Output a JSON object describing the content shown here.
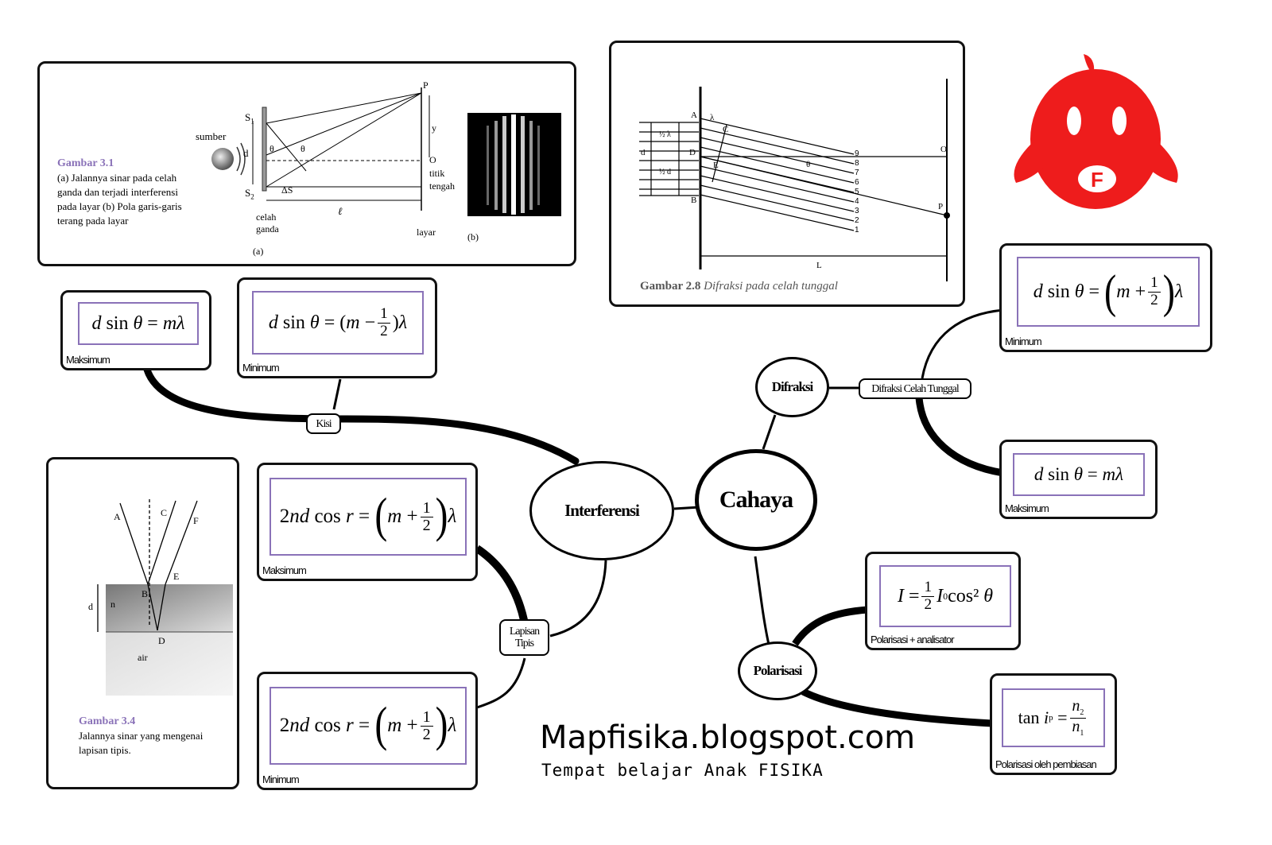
{
  "central": {
    "label": "Cahaya"
  },
  "branches": {
    "interferensi": {
      "label": "Interferensi"
    },
    "difraksi": {
      "label": "Difraksi"
    },
    "polarisasi": {
      "label": "Polarisasi"
    }
  },
  "connectors": {
    "kisi": "Kisi",
    "lapisan_tipis_line1": "Lapisan",
    "lapisan_tipis_line2": "Tipis",
    "difraksi_celah": "Difraksi Celah Tunggal"
  },
  "formula_cards": {
    "kisi_max": {
      "formula": "d sin θ = mλ",
      "caption": "Maksimum"
    },
    "kisi_min": {
      "formula": "d sin θ = (m − ½)λ",
      "caption": "Minimum"
    },
    "lapisan_max": {
      "formula": "2nd cos r = (m + ½)λ",
      "caption": "Maksimum"
    },
    "lapisan_min": {
      "formula": "2nd cos r = (m + ½)λ",
      "caption": "Minimum"
    },
    "difraksi_min": {
      "formula": "d sin θ = (m + ½)λ",
      "caption": "Minimum"
    },
    "difraksi_max": {
      "formula": "d sin θ = mλ",
      "caption": "Maksimum"
    },
    "polar_analisator": {
      "formula": "I = ½ I₀ cos² θ",
      "caption": "Polarisasi + analisator"
    },
    "polar_pembiasan": {
      "formula": "tan iₚ = n₂ / n₁",
      "caption": "Polarisasi oleh pembiasan"
    }
  },
  "figure_3_1": {
    "caption_title": "Gambar 3.1",
    "caption_lines": [
      "(a) Jalannya sinar pada celah",
      "ganda dan terjadi interferensi",
      "pada layar  (b) Pola garis-garis",
      "terang pada layar"
    ],
    "labels": {
      "sumber": "sumber",
      "s1": "S",
      "s1_sub": "1",
      "s2": "S",
      "s2_sub": "2",
      "d": "d",
      "theta1": "θ",
      "theta2": "θ",
      "delta_s": "ΔS",
      "p": "P",
      "y": "y",
      "o": "O",
      "titik": "titik",
      "tengah": "tengah",
      "ell": "ℓ",
      "celah": "celah",
      "ganda": "ganda",
      "layar": "layar",
      "a": "(a)",
      "b": "(b)"
    }
  },
  "figure_2_8": {
    "caption_title": "Gambar 2.8",
    "caption_text": "Difraksi pada celah tunggal",
    "labels": {
      "a": "A",
      "b": "B",
      "c": "C",
      "d_pt": "D",
      "e": "E",
      "lambda": "λ",
      "half_lambda": "½ λ",
      "d": "d",
      "half_d": "½ d",
      "theta": "θ",
      "o": "O",
      "p": "P",
      "l": "L"
    },
    "ray_numbers": [
      "9",
      "8",
      "7",
      "6",
      "5",
      "4",
      "3",
      "2",
      "1"
    ]
  },
  "figure_3_4": {
    "caption_title": "Gambar 3.4",
    "caption_lines": [
      "Jalannya sinar yang mengenai",
      "lapisan tipis."
    ],
    "labels": {
      "a": "A",
      "c": "C",
      "f": "F",
      "b": "B",
      "e": "E",
      "d": "d",
      "n": "n",
      "d_pt": "D",
      "air": "air"
    }
  },
  "watermark": {
    "title": "Mapfisika.blogspot.com",
    "subtitle": "Tempat belajar Anak FISIKA"
  },
  "logo": {
    "letter": "F",
    "color": "#ee1c1c"
  },
  "colors": {
    "accent_border": "#8a72b8",
    "caption_purple": "#8a72b8",
    "logo_red": "#ee1c1c"
  }
}
